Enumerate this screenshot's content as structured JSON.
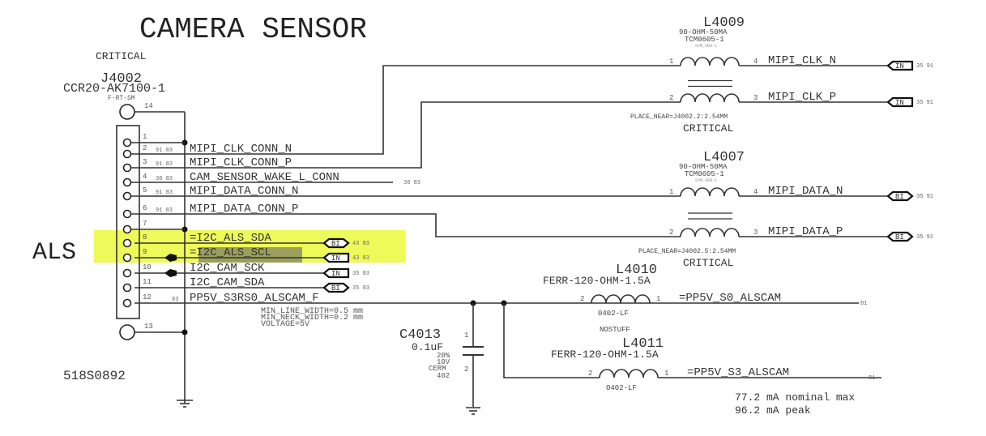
{
  "title": "CAMERA SENSOR",
  "connector": {
    "ref": "J4002",
    "part": "CCR20-AK7100-1",
    "footprint": "F-RT-SM",
    "label_critical": "CRITICAL",
    "part_number": "518S0892",
    "shield_pins": [
      "14",
      "13"
    ],
    "pins": [
      {
        "num": "1",
        "net": "",
        "xref": ""
      },
      {
        "num": "2",
        "net": "MIPI_CLK_CONN_N",
        "xref": "91 83"
      },
      {
        "num": "3",
        "net": "MIPI_CLK_CONN_P",
        "xref": "91 83"
      },
      {
        "num": "4",
        "net": "CAM_SENSOR_WAKE_L_CONN",
        "xref": "36 83"
      },
      {
        "num": "5",
        "net": "MIPI_DATA_CONN_N",
        "xref": "91 83"
      },
      {
        "num": "6",
        "net": "MIPI_DATA_CONN_P",
        "xref": "91 83"
      },
      {
        "num": "7",
        "net": "",
        "xref": ""
      },
      {
        "num": "8",
        "net": "=I2C_ALS_SDA",
        "xref": ""
      },
      {
        "num": "9",
        "net": "=I2C_ALS_SCL",
        "xref": ""
      },
      {
        "num": "10",
        "net": "I2C_CAM_SCK",
        "xref": ""
      },
      {
        "num": "11",
        "net": "I2C_CAM_SDA",
        "xref": ""
      },
      {
        "num": "12",
        "net": "PP5V_S3RS0_ALSCAM_F",
        "xref": "83"
      }
    ]
  },
  "als_label": "ALS",
  "ports_left": [
    {
      "type": "BI",
      "xref": "43 83"
    },
    {
      "type": "IN",
      "xref": "43 83"
    },
    {
      "type": "IN",
      "xref": "35 83"
    },
    {
      "type": "BI",
      "xref": "35 83"
    }
  ],
  "power_notes": [
    "MIN_LINE_WIDTH=0.5 mm",
    "MIN_NECK_WIDTH=0.2 mm",
    "VOLTAGE=5V"
  ],
  "L4009": {
    "ref": "L4009",
    "value": "90-OHM-50MA",
    "part": "TCM0605-1",
    "sym": "SYM_VER-1",
    "pins": [
      "1",
      "4",
      "2",
      "3"
    ],
    "nets": [
      "MIPI_CLK_N",
      "MIPI_CLK_P"
    ],
    "ports": [
      {
        "type": "IN",
        "xref": "35 91"
      },
      {
        "type": "IN",
        "xref": "35 91"
      }
    ],
    "place_near": "PLACE_NEAR=J4002.2:2.54MM",
    "critical": "CRITICAL"
  },
  "L4007": {
    "ref": "L4007",
    "value": "90-OHM-50MA",
    "part": "TCM0605-1",
    "sym": "SYM_VER-1",
    "pins": [
      "1",
      "4",
      "2",
      "3"
    ],
    "nets": [
      "MIPI_DATA_N",
      "MIPI_DATA_P"
    ],
    "ports": [
      {
        "type": "BI",
        "xref": "35 91"
      },
      {
        "type": "BI",
        "xref": "35 91"
      }
    ],
    "place_near": "PLACE_NEAR=J4002.5:2.54MM",
    "critical": "CRITICAL"
  },
  "L4010": {
    "ref": "L4010",
    "value": "FERR-120-OHM-1.5A",
    "package": "0402-LF",
    "pins": [
      "2",
      "1"
    ],
    "net": "=PP5V_S0_ALSCAM",
    "xref": "81"
  },
  "L4011": {
    "ref": "L4011",
    "stuff": "NOSTUFF",
    "value": "FERR-120-OHM-1.5A",
    "package": "0402-LF",
    "pins": [
      "2",
      "1"
    ],
    "net": "=PP5V_S3_ALSCAM",
    "xref": "81"
  },
  "C4013": {
    "ref": "C4013",
    "value": "0.1uF",
    "tol": "20%",
    "voltage": "10V",
    "dielectric": "CERM",
    "package": "402",
    "pins": [
      "1",
      "2"
    ]
  },
  "current_notes": [
    "77.2 mA nominal max",
    "96.2 mA peak"
  ],
  "colors": {
    "highlight": "#eef95a",
    "selection": "#8c8f5c",
    "wire": "#333333"
  }
}
